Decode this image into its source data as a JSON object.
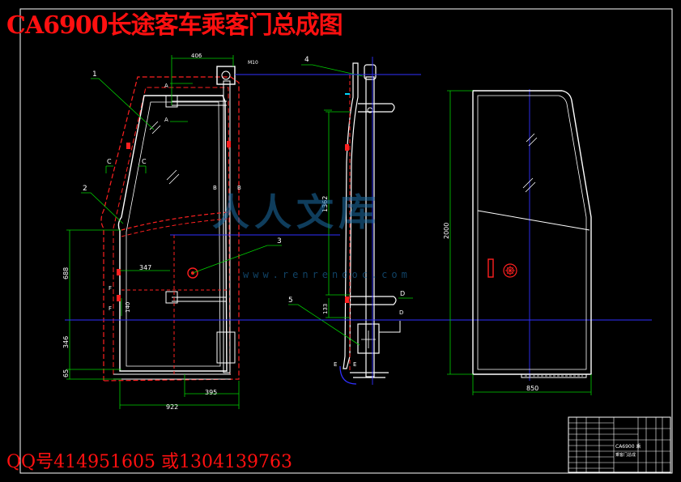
{
  "drawing": {
    "title": "CA6900长途客车乘客门总成图",
    "contact": "QQ号414951605  或1304139763",
    "watermark_text": "人人文库",
    "watermark_url": "www.renrendoc.com",
    "colors": {
      "background": "#000000",
      "door_frame": "#ffffff",
      "hidden_lines": "#ff2020",
      "dimensions": "#00e000",
      "center_lines": "#3030ff",
      "title_text": "#ff1010"
    },
    "front_view": {
      "dims": {
        "width_top": "406",
        "width_mid": "347",
        "width_bottom": "922",
        "width_lower": "395",
        "h1": "688",
        "h2": "346",
        "h3": "65",
        "h4": "140",
        "bolt": "M10"
      },
      "callouts": [
        "1",
        "2",
        "3"
      ],
      "sections": [
        "A",
        "A",
        "C",
        "C",
        "B",
        "B",
        "F",
        "F"
      ]
    },
    "side_view": {
      "dims": {
        "h1": "1362",
        "h2": "133"
      },
      "callouts": [
        "4",
        "5"
      ],
      "sections": [
        "D",
        "D",
        "E",
        "E"
      ]
    },
    "right_view": {
      "dims": {
        "height": "2000",
        "width": "850"
      }
    },
    "title_block": {
      "drawing_no": "CA6900 乘",
      "subtitle": "乘客门总成"
    }
  }
}
